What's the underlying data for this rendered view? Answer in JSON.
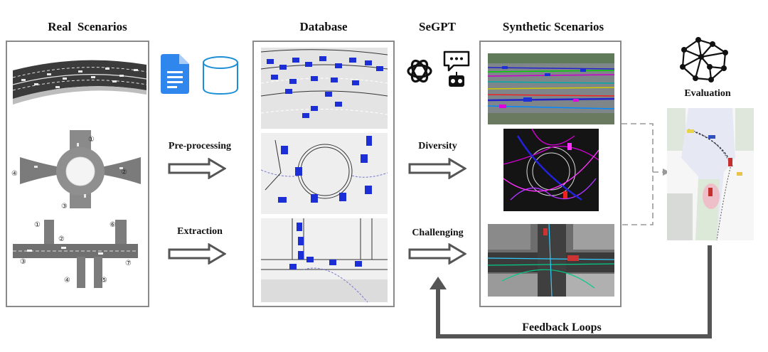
{
  "headers": {
    "real": "Real  Scenarios",
    "database": "Database",
    "segpt": "SeGPT",
    "synthetic": "Synthetic Scenarios",
    "evaluation": "Evaluation"
  },
  "steps": {
    "preprocessing": "Pre-processing",
    "extraction": "Extraction",
    "diversity": "Diversity",
    "challenging": "Challenging"
  },
  "feedback": "Feedback Loops",
  "roundabout_marks": [
    "①",
    "②",
    "③",
    "④"
  ],
  "intersection_marks": [
    "①",
    "②",
    "③",
    "④",
    "⑤",
    "⑥",
    "⑦"
  ],
  "colors": {
    "panel_border": "#8a8a8a",
    "arrow": "#555555",
    "doc_icon": "#2f86ec",
    "db_icon": "#1a8fd6",
    "vehicle": "#1c2fd6",
    "dashed": "#999999"
  },
  "icons": [
    "document-icon",
    "database-icon",
    "openai-logo-icon",
    "chatbot-icon",
    "network-icon"
  ]
}
